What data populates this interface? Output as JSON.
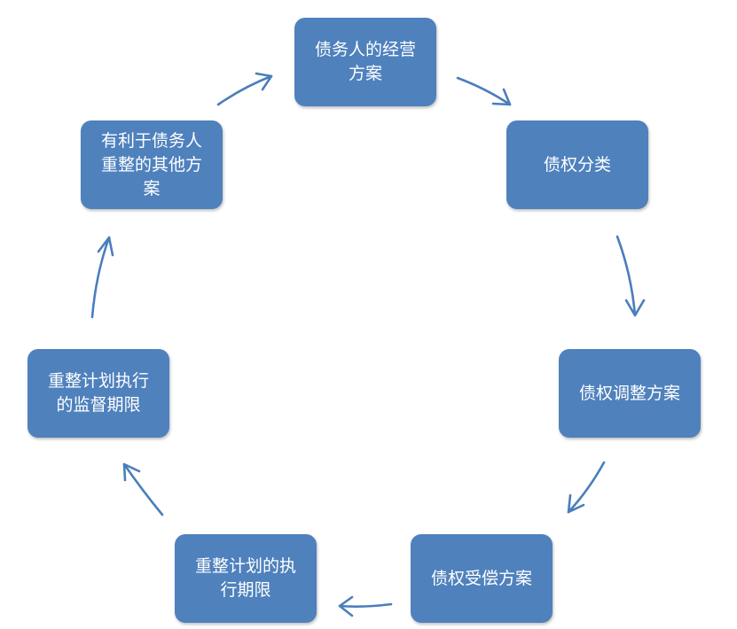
{
  "nodes": [
    {
      "label": "债务人的经营\n方案"
    },
    {
      "label": "债权分类"
    },
    {
      "label": "债权调整方案"
    },
    {
      "label": "债权受偿方案"
    },
    {
      "label": "重整计划的执\n行期限"
    },
    {
      "label": "重整计划执行\n的监督期限"
    },
    {
      "label": "有利于债务人\n重整的其他方\n案"
    }
  ],
  "colors": {
    "node_fill": "#4f81bd",
    "arrow": "#4a7ebb",
    "text": "#ffffff"
  }
}
